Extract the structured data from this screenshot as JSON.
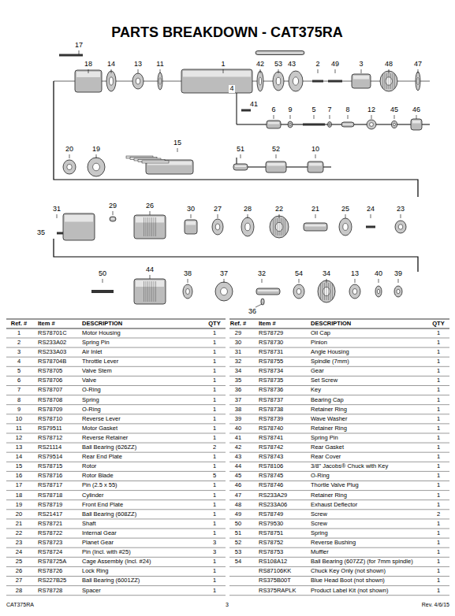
{
  "diagram": {
    "title": "PARTS BREAKDOWN - CAT375RA",
    "labels": [
      "17",
      "18",
      "14",
      "13",
      "11",
      "1",
      "42",
      "53",
      "43",
      "2",
      "49",
      "3",
      "48",
      "47",
      "4",
      "41",
      "6",
      "9",
      "5",
      "7",
      "8",
      "12",
      "45",
      "46",
      "20",
      "19",
      "15",
      "51",
      "52",
      "10",
      "29",
      "26",
      "30",
      "27",
      "28",
      "22",
      "21",
      "25",
      "24",
      "23",
      "31",
      "35",
      "50",
      "44",
      "38",
      "37",
      "32",
      "54",
      "34",
      "13",
      "40",
      "39",
      "36",
      "Ref. #",
      "Item #",
      "DESCRIPTION",
      "QTY",
      "Ref. #",
      "Item #",
      "DESCRIPTION",
      "QTY",
      "1",
      "RS78701C",
      "Motor Housing",
      "1",
      "2",
      "RS233A02",
      "Spring Pin",
      "1",
      "3",
      "RS233A03",
      "Air Inlet",
      "1",
      "4",
      "RS78704B",
      "Throttle Lever",
      "1",
      "5",
      "RS78705",
      "Valve Stem",
      "1",
      "6",
      "RS78706",
      "Valve",
      "1",
      "7",
      "RS78707",
      "O-Ring",
      "1",
      "8",
      "RS78708",
      "Spring",
      "1",
      "9",
      "RS78709",
      "O-Ring",
      "1",
      "10",
      "RS78710",
      "Reverse Lever",
      "1",
      "11",
      "RS79511",
      "Motor Gasket",
      "1",
      "12",
      "RS78712",
      "Reverse Retainer",
      "1",
      "13",
      "RS21114",
      "Ball Bearing (626ZZ)",
      "2",
      "14",
      "RS79514",
      "Rear End Plate",
      "1",
      "15",
      "RS78715",
      "Rotor",
      "1",
      "16",
      "RS78716",
      "Rotor Blade",
      "5",
      "17",
      "RS78717",
      "Pin (2.5 x 55)",
      "1",
      "18",
      "RS78718",
      "Cylinder",
      "1",
      "19",
      "RS78719",
      "Front End Plate",
      "1",
      "20",
      "RS21417",
      "Ball Bearing (608ZZ)",
      "1",
      "21",
      "RS78721",
      "Shaft",
      "1",
      "22",
      "RS78722",
      "Internal Gear",
      "1",
      "23",
      "RS78723",
      "Planet Gear",
      "3",
      "24",
      "RS78724",
      "Pin (Incl. with #25)",
      "3",
      "25",
      "RS78725A",
      "Cage Assembly (Incl. #24)",
      "1",
      "26",
      "RS78726",
      "Lock Ring",
      "1",
      "27",
      "RS227B25",
      "Ball Bearing (6001ZZ)",
      "1",
      "28",
      "RS78728",
      "Spacer",
      "1",
      "29",
      "RS78729",
      "Oil Cap",
      "1",
      "30",
      "RS78730",
      "Pinion",
      "1",
      "31",
      "RS78731",
      "Angle Housing",
      "1",
      "32",
      "RS78755",
      "Spindle (7mm)",
      "1",
      "34",
      "RS78734",
      "Gear",
      "1",
      "35",
      "RS78735",
      "Set Screw",
      "1",
      "36",
      "RS78736",
      "Key",
      "1",
      "37",
      "RS78737",
      "Bearing Cap",
      "1",
      "38",
      "RS78738",
      "Retainer Ring",
      "1",
      "39",
      "RS78739",
      "Wave Washer",
      "1",
      "40",
      "RS78740",
      "Retainer Ring",
      "1",
      "41",
      "RS78741",
      "Spring Pin",
      "1",
      "42",
      "RS78742",
      "Rear Gasket",
      "1",
      "43",
      "RS78743",
      "Rear Cover",
      "1",
      "44",
      "RS78106",
      "3/8\" Jacobs® Chuck with Key",
      "1",
      "45",
      "RS78745",
      "O-Ring",
      "1",
      "46",
      "RS78746",
      "Thortle Valve Plug",
      "1",
      "47",
      "RS233A29",
      "Retainer Ring",
      "1",
      "48",
      "RS233A06",
      "Exhaust Deflector",
      "1",
      "49",
      "RS78749",
      "Screw",
      "2",
      "50",
      "RS79530",
      "Screw",
      "1",
      "51",
      "RS78751",
      "Spring",
      "1",
      "52",
      "RS78752",
      "Reverse Bushing",
      "1",
      "53",
      "RS78753",
      "Muffler",
      "1",
      "54",
      "RS108A12",
      "Ball Bearing (607ZZ) (for 7mm spindle)",
      "1",
      "RS87106KK",
      "Chuck Key Only (not shown)",
      "1",
      "RS375B00T",
      "Blue Head Boot (not shown)",
      "1",
      "RS375RAPLK",
      "Product Label Kit (not shown)",
      "1",
      "CAT375RA",
      "3",
      "Rev. 4/6/15"
    ]
  }
}
